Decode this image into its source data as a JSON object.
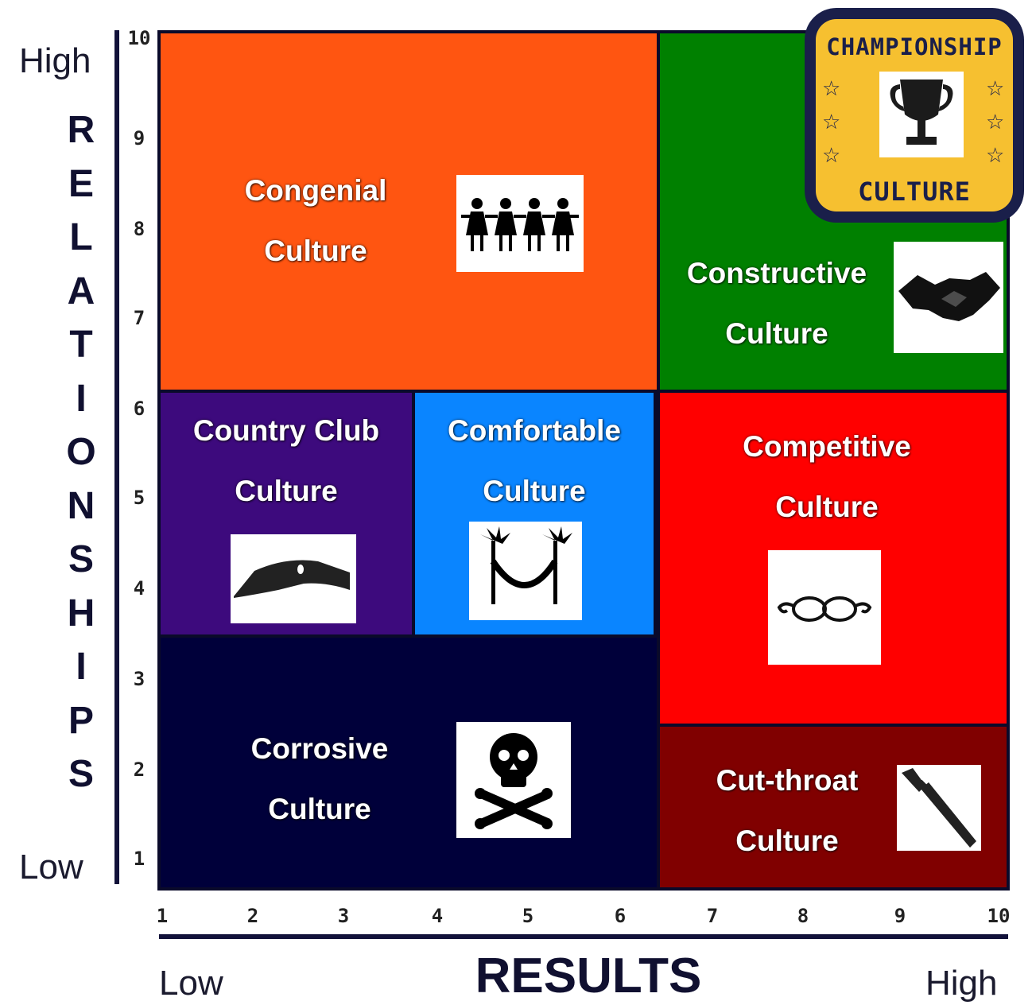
{
  "y_axis": {
    "title_letters": [
      "R",
      "E",
      "L",
      "A",
      "T",
      "I",
      "O",
      "N",
      "S",
      "H",
      "I",
      "P",
      "S"
    ],
    "high_label": "High",
    "low_label": "Low",
    "ticks": [
      "10",
      "9",
      "8",
      "7",
      "6",
      "5",
      "4",
      "3",
      "2",
      "1"
    ]
  },
  "x_axis": {
    "title": "RESULTS",
    "low_label": "Low",
    "high_label": "High",
    "ticks": [
      "1",
      "2",
      "3",
      "4",
      "5",
      "6",
      "7",
      "8",
      "9",
      "10"
    ]
  },
  "cells": {
    "congenial": {
      "line1": "Congenial",
      "line2": "Culture",
      "icon": "people-holding-hands-icon",
      "color": "#ff5511"
    },
    "constructive": {
      "line1": "Constructive",
      "line2": "Culture",
      "icon": "handshake-icon",
      "color": "#008000"
    },
    "country_club": {
      "line1": "Country Club",
      "line2": "Culture",
      "icon": "visor-cap-icon",
      "color": "#3d0a7d"
    },
    "comfortable": {
      "line1": "Comfortable",
      "line2": "Culture",
      "icon": "hammock-icon",
      "color": "#0a85ff"
    },
    "competitive": {
      "line1": "Competitive",
      "line2": "Culture",
      "icon": "glasses-icon",
      "color": "#ff0000"
    },
    "corrosive": {
      "line1": "Corrosive",
      "line2": "Culture",
      "icon": "skull-crossbones-icon",
      "color": "#00003a"
    },
    "cut_throat": {
      "line1": "Cut-throat",
      "line2": "Culture",
      "icon": "knife-icon",
      "color": "#800000"
    }
  },
  "badge": {
    "top_text": "CHAMPIONSHIP",
    "bottom_text": "CULTURE",
    "icon": "trophy-icon",
    "color": "#f6c030"
  }
}
